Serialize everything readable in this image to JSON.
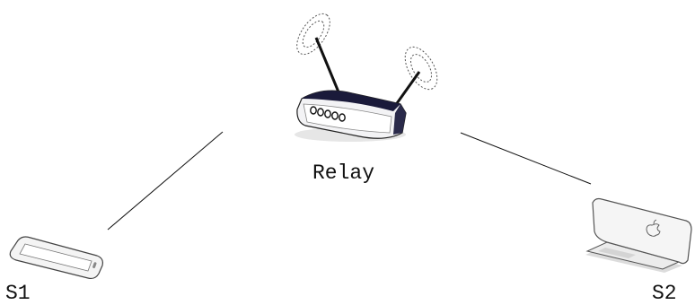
{
  "nodes": {
    "relay": {
      "label": "Relay",
      "icon": "router-icon"
    },
    "s1": {
      "label": "S1",
      "icon": "smartphone-icon"
    },
    "s2": {
      "label": "S2",
      "icon": "laptop-icon"
    }
  },
  "links": [
    {
      "from": "s1",
      "to": "relay"
    },
    {
      "from": "relay",
      "to": "s2"
    }
  ],
  "colors": {
    "line": "#111111",
    "device_outline": "#333333",
    "router_dark": "#1a1a3a"
  }
}
